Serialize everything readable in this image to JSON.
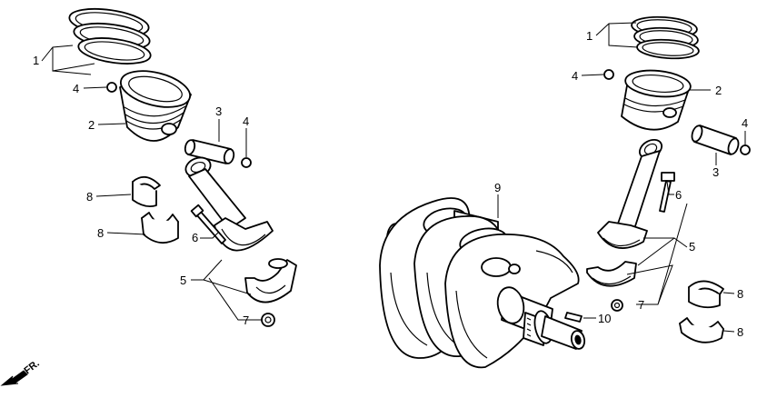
{
  "callouts": {
    "piston_rings_left": "1",
    "clip_left_a": "4",
    "piston_left": "2",
    "piston_pin_left": "3",
    "clip_left_b": "4",
    "bearing_upper_left": "8",
    "bearing_lower_left": "8",
    "bolt_left": "6",
    "conrod_left": "5",
    "nut_left": "7",
    "piston_rings_right": "1",
    "clip_right_a": "4",
    "piston_right": "2",
    "piston_pin_right": "3",
    "clip_right_b": "4",
    "crankshaft": "9",
    "bolt_right": "6",
    "conrod_right": "5",
    "nut_right": "7",
    "woodruff_key": "10",
    "bearing_upper_right": "8",
    "bearing_lower_right": "8"
  },
  "direction_marker": {
    "label": "FR."
  }
}
